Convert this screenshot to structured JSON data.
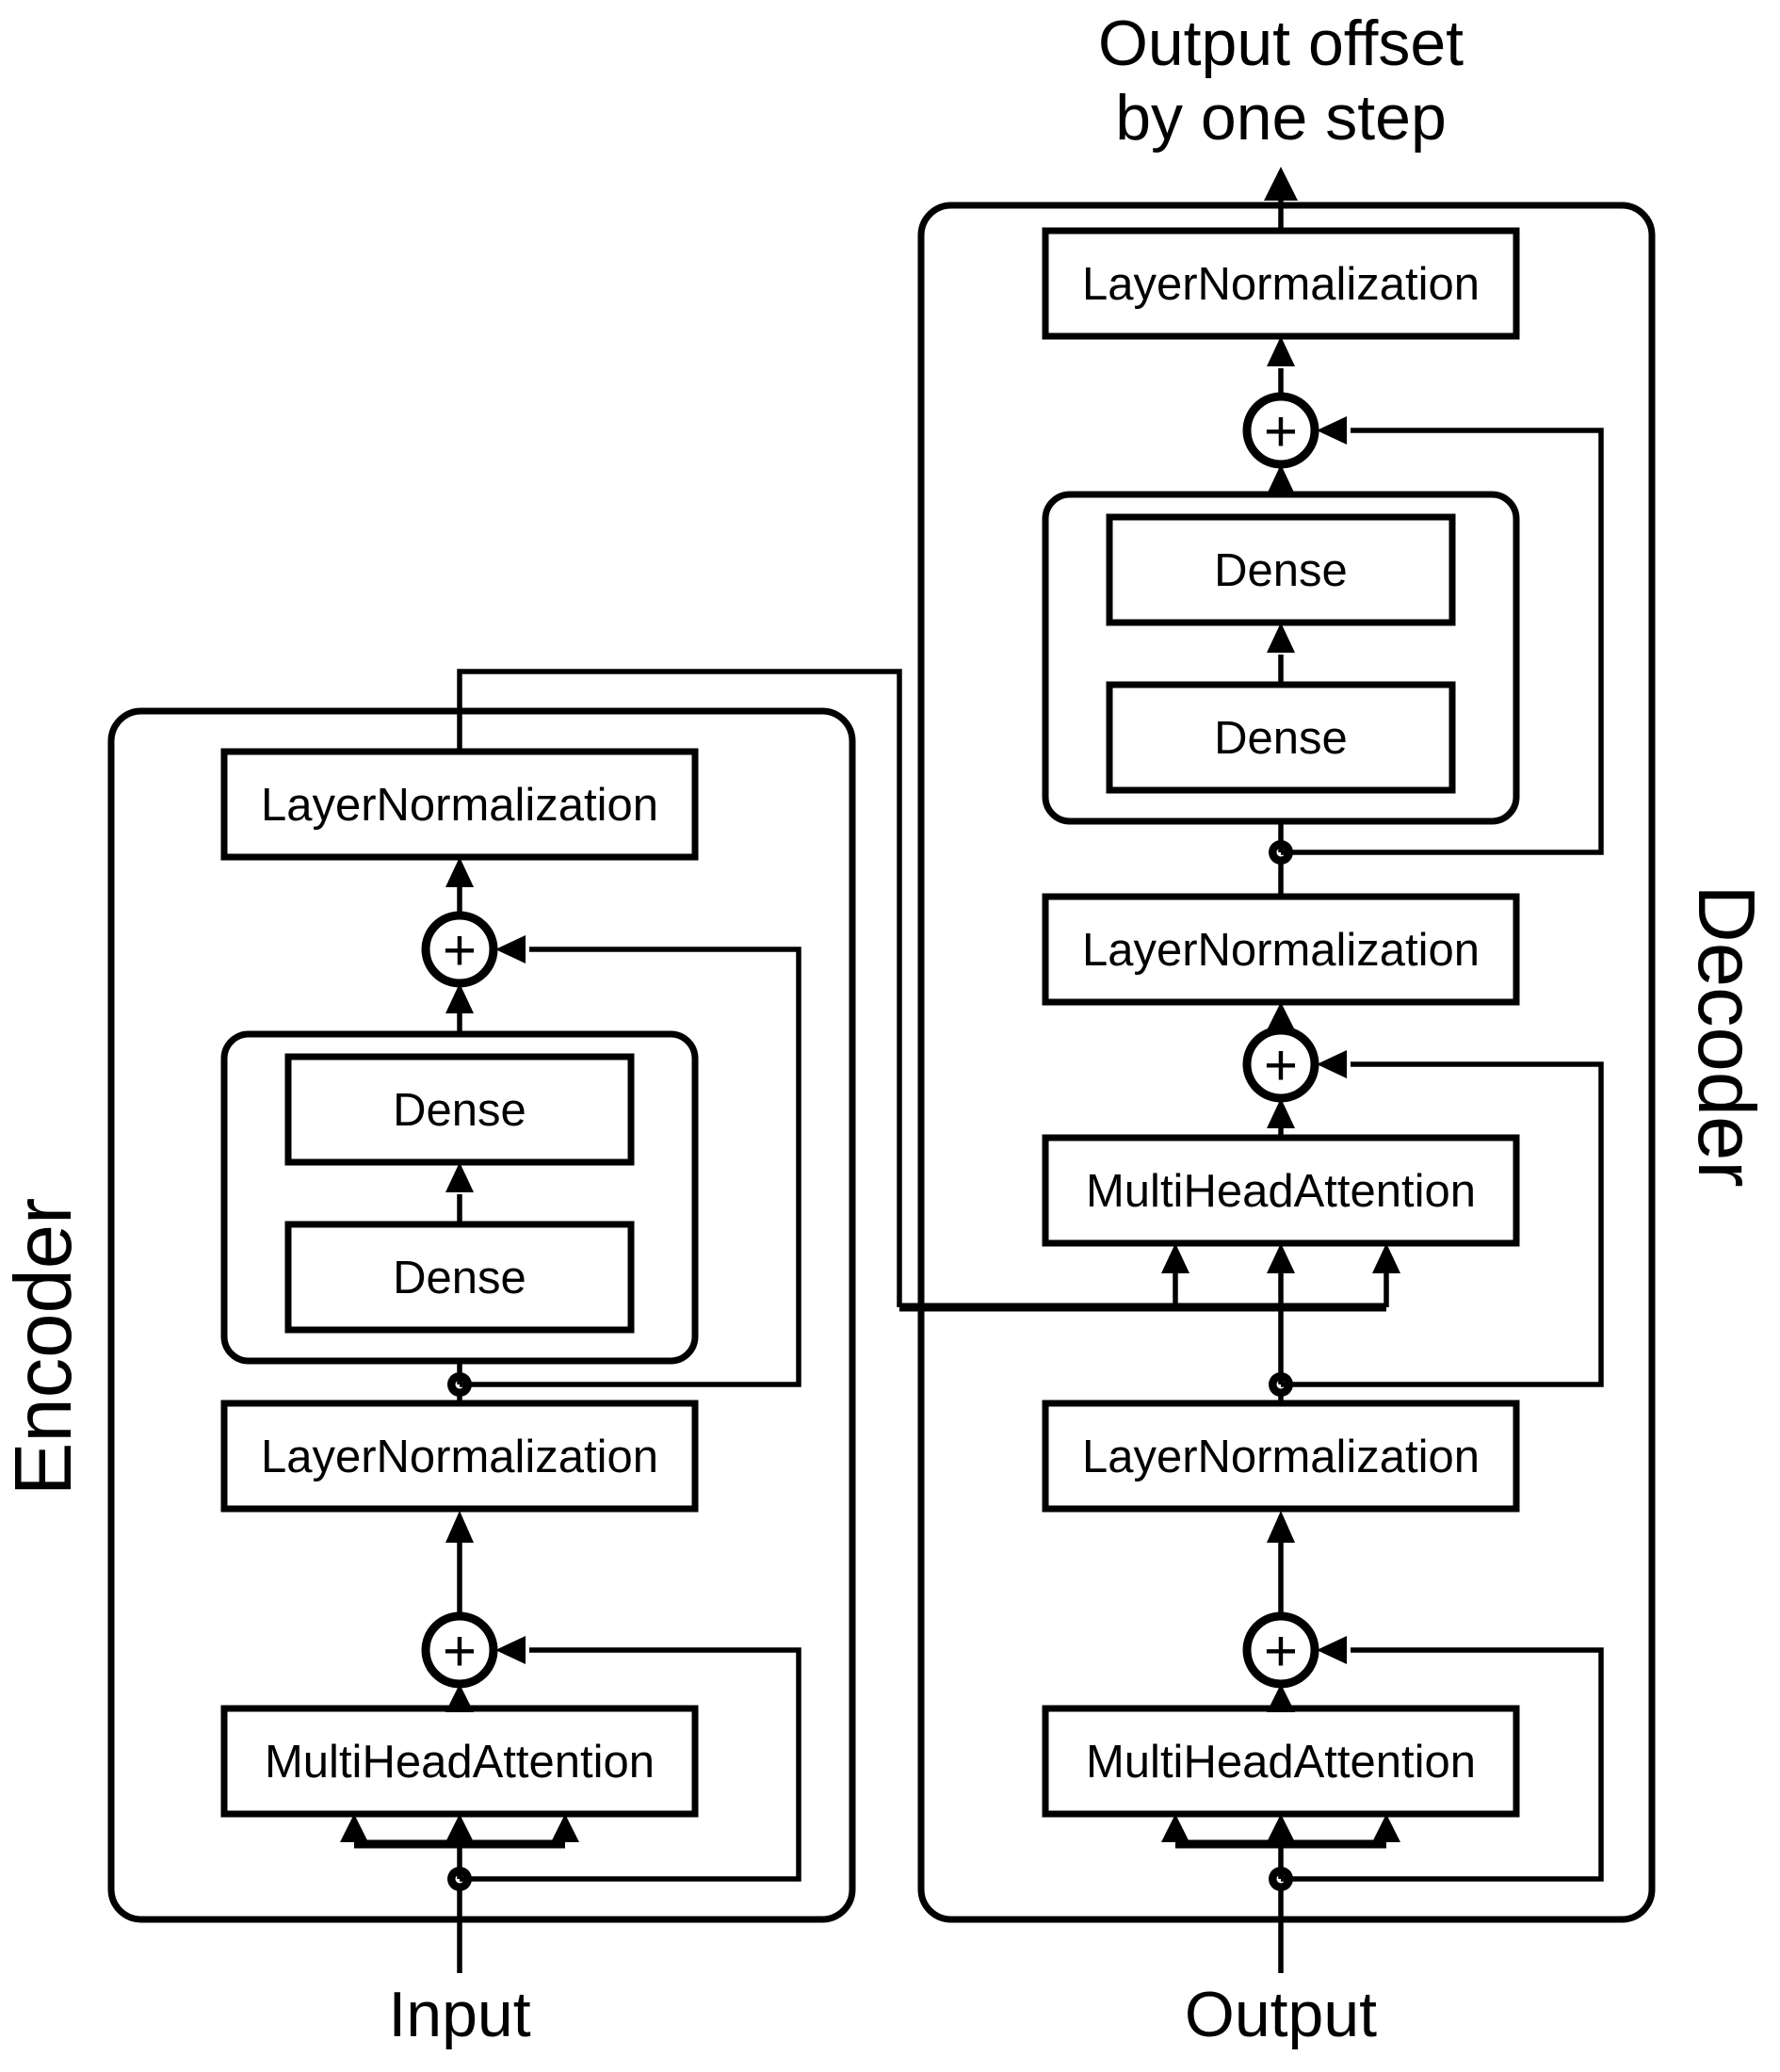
{
  "diagram": {
    "kind": "transformer-encoder-decoder-architecture",
    "title_line1": "Output offset",
    "title_line2": "by one step",
    "operators": {
      "add": "+"
    },
    "colors": {
      "stroke": "#000000",
      "background": "#ffffff"
    },
    "encoder": {
      "label": "Encoder",
      "io_label": "Input",
      "layers": [
        "MultiHeadAttention",
        "LayerNormalization",
        "Dense",
        "Dense",
        "LayerNormalization"
      ]
    },
    "decoder": {
      "label": "Decoder",
      "io_label": "Output",
      "layers": [
        "MultiHeadAttention",
        "LayerNormalization",
        "MultiHeadAttention",
        "LayerNormalization",
        "Dense",
        "Dense",
        "LayerNormalization"
      ]
    }
  }
}
